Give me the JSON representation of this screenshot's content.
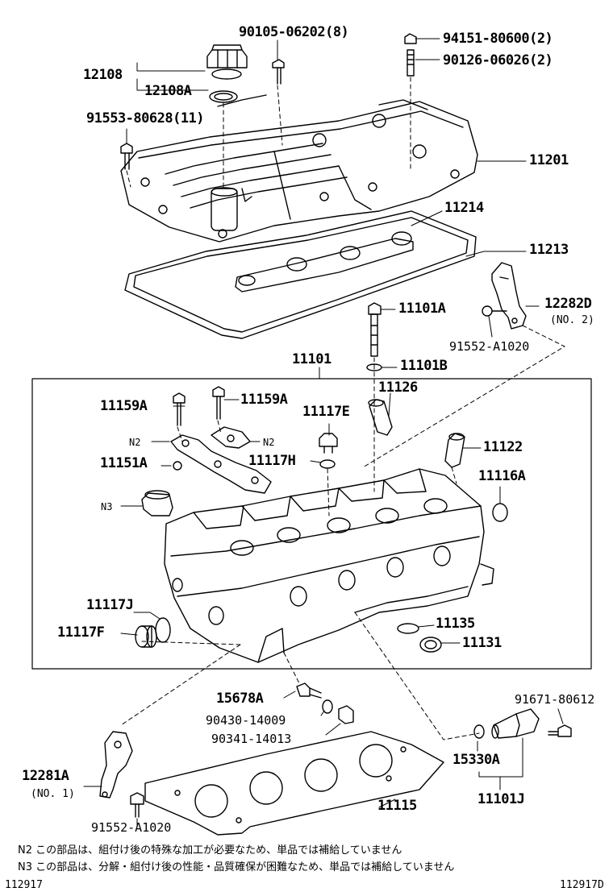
{
  "labels": {
    "p90105": "90105-06202(8)",
    "p94151": "94151-80600(2)",
    "p90126": "90126-06026(2)",
    "p12108": "12108",
    "p12108A": "12108A",
    "p91553": "91553-80628(11)",
    "p11201": "11201",
    "p11214": "11214",
    "p11213": "11213",
    "p12282D": "12282D",
    "p12282D_no": "(NO. 2)",
    "p11101A": "11101A",
    "p91552_top": "91552-A1020",
    "p11101": "11101",
    "p11101B": "11101B",
    "p11159A_1": "11159A",
    "p11159A_2": "11159A",
    "p11126": "11126",
    "p11117E": "11117E",
    "n2_left": "N2",
    "n2_right": "N2",
    "p11151A": "11151A",
    "p11117H": "11117H",
    "p11122": "11122",
    "p11116A": "11116A",
    "n3": "N3",
    "p11117J": "11117J",
    "p11117F": "11117F",
    "p11135": "11135",
    "p11131": "11131",
    "p15678A": "15678A",
    "p90430": "90430-14009",
    "p90341": "90341-14013",
    "p91671": "91671-80612",
    "p15330A": "15330A",
    "p12281A": "12281A",
    "p12281A_no": "(NO. 1)",
    "p11115": "11115",
    "p11101J": "11101J",
    "p91552_bot": "91552-A1020"
  },
  "notes": {
    "n2": "N2  この部品は、組付け後の特殊な加工が必要なため、単品では補給していません",
    "n3": "N3  この部品は、分解・組付け後の性能・品質確保が困難なため、単品では補給していません"
  },
  "footer": {
    "left": "112917",
    "right": "112917D"
  }
}
